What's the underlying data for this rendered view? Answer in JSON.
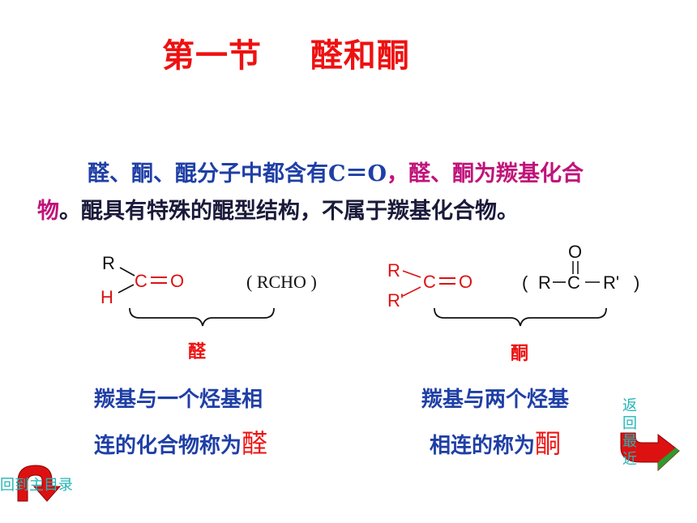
{
  "slide": {
    "title": "第一节    醛和酮",
    "para_line1_a": "醛、酮、醌分子中都含有",
    "para_line1_co": "C＝O",
    "para_line1_b": "，醛、酮为羰基化合",
    "para_line2_a": "物",
    "para_line2_b": "。醌具有特殊的醌型结构，不属于羰基化合物。"
  },
  "aldehyde": {
    "R": "R",
    "H": "H",
    "C": "C",
    "O": "O",
    "formula": "( RCHO )",
    "label": "醛",
    "desc_line1": "羰基与一个烃基相",
    "desc_line2": "连的化合物称为",
    "desc_big": "醛"
  },
  "ketone": {
    "R": "R",
    "R2": "R'",
    "C": "C",
    "O": "O",
    "f_open": "(",
    "f_R": "R",
    "f_C": "C",
    "f_R2": "R'",
    "f_O": "O",
    "f_close": ")",
    "label": "酮",
    "desc_line1": "羰基与两个烃基",
    "desc_line2": "相连的称为",
    "desc_big": "酮"
  },
  "nav": {
    "back_main": "回到主目录",
    "back_recent": "返回最近"
  },
  "colors": {
    "title_red": "#ee1111",
    "text_blue": "#1f3fa6",
    "text_pink": "#c0137a",
    "nav_cyan": "#22b5b5",
    "arrow_red": "#dd1111",
    "arrow_green": "#2e9a2e"
  }
}
